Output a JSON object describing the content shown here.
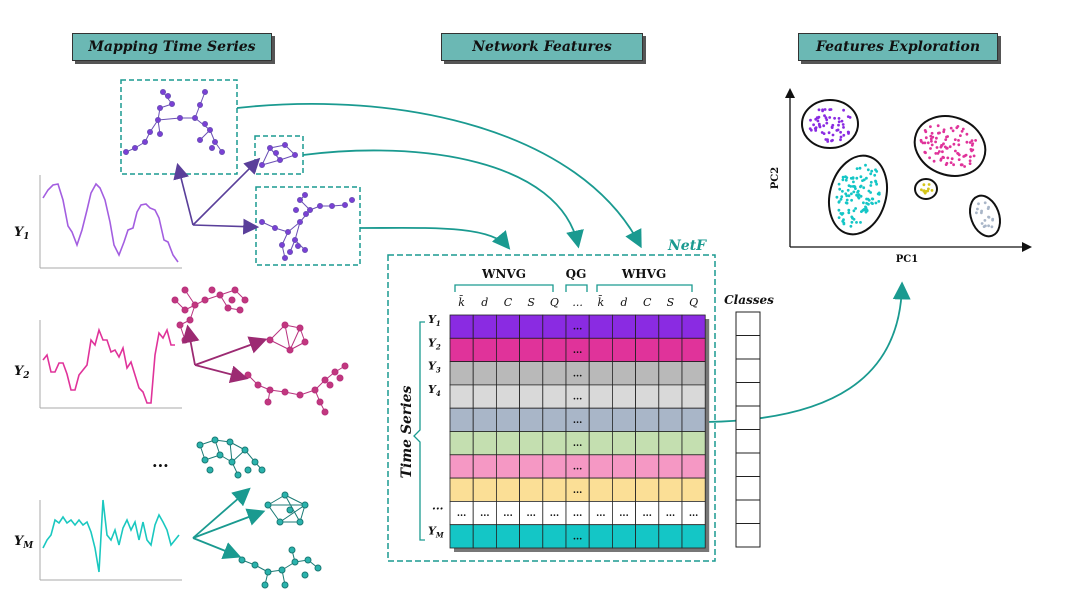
{
  "headers": {
    "mapping": "Mapping Time Series",
    "network": "Network Features",
    "exploration": "Features Exploration"
  },
  "series_labels": [
    "Y",
    "Y",
    "Y"
  ],
  "series_subs": [
    "1",
    "2",
    "M"
  ],
  "dots": "...",
  "netf_label": "NetF",
  "groups": {
    "wnvg": "WNVG",
    "qg": "QG",
    "whvg": "WHVG"
  },
  "columns": [
    "k̄",
    "d",
    "C",
    "S",
    "Q",
    "...",
    "k̄",
    "d",
    "C",
    "S",
    "Q"
  ],
  "row_labels": [
    "Y",
    "Y",
    "Y",
    "Y",
    "...",
    "Y"
  ],
  "row_subs": [
    "1",
    "2",
    "3",
    "4",
    "",
    "M"
  ],
  "time_series_label": "Time Series",
  "classes_label": "Classes",
  "scatter": {
    "xlabel": "PC1",
    "ylabel": "PC2"
  },
  "colors": {
    "teal": "#1a9a90",
    "purple": "#8a2be2",
    "magenta": "#e0339a",
    "cyan": "#14c6c6",
    "row_colors": [
      "#8a2be2",
      "#e0339a",
      "#b9b9b9",
      "#d9d9d9",
      "#a9b6c8",
      "#c4dfb0",
      "#f598c4",
      "#fbdf96",
      "#ffffff",
      "#14c6c6"
    ]
  }
}
